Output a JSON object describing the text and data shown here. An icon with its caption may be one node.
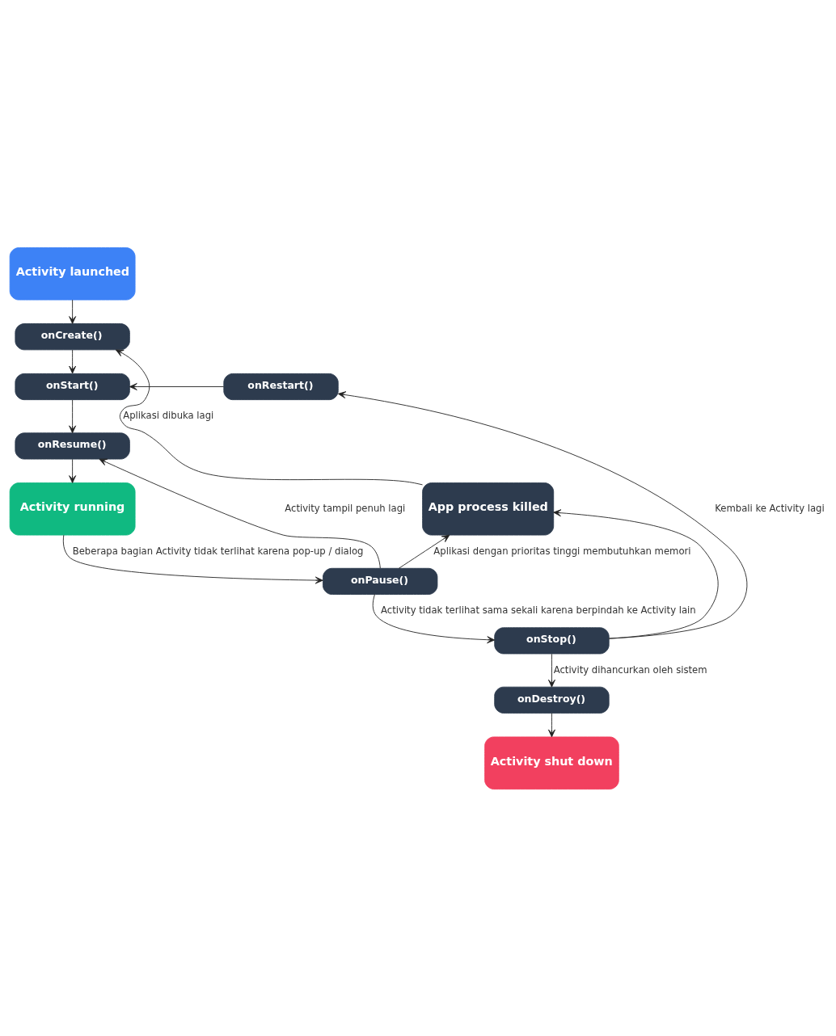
{
  "diagram": {
    "nodes": [
      {
        "text": [
          "Activity launched"
        ]
      },
      {
        "text": [
          "onCreate()"
        ]
      },
      {
        "text": [
          "onStart()"
        ]
      },
      {
        "text": [
          "onRestart()"
        ]
      },
      {
        "text": [
          "onResume()"
        ]
      },
      {
        "text": [
          "App process killed"
        ]
      },
      {
        "text": [
          "Activity running"
        ]
      },
      {
        "text": [
          "onPause()"
        ]
      },
      {
        "text": [
          "onStop()"
        ]
      },
      {
        "text": [
          "onDestroy()"
        ]
      },
      {
        "text": [
          "Activity shut down"
        ]
      }
    ],
    "edges": [
      {
        "from": 0,
        "to": 1,
        "arrow": "to"
      },
      {
        "from": 1,
        "to": 2,
        "arrow": "to"
      },
      {
        "from": 2,
        "to": 4,
        "arrow": "to"
      },
      {
        "from": 3,
        "to": 2,
        "arrow": "to"
      },
      {
        "from": 4,
        "to": 6,
        "arrow": "to"
      },
      {
        "from": 6,
        "to": 7,
        "arrow": "to",
        "label": "Beberapa bagian Activity tidak terlihat karena pop-up / dialog"
      },
      {
        "from": 7,
        "to": 4,
        "arrow": "to",
        "label": "Activity tampil penuh lagi"
      },
      {
        "from": 7,
        "to": 8,
        "arrow": "to",
        "label": "Activity tidak terlihat sama sekali karena berpindah ke Activity lain"
      },
      {
        "from": 8,
        "to": 3,
        "arrow": "to",
        "label": "Kembali ke Activity lagi"
      },
      {
        "from": 7,
        "to": 5,
        "arrow": "to",
        "label": "Aplikasi dengan prioritas tinggi membutuhkan memori"
      },
      {
        "from": 8,
        "to": 5,
        "arrow": "to"
      },
      {
        "from": 5,
        "to": 1,
        "arrow": "to",
        "label": "Aplikasi dibuka lagi"
      },
      {
        "from": 8,
        "to": 9,
        "arrow": "to",
        "label": "Activity dihancurkan oleh sistem"
      },
      {
        "from": 9,
        "to": 10,
        "arrow": "to"
      }
    ]
  }
}
